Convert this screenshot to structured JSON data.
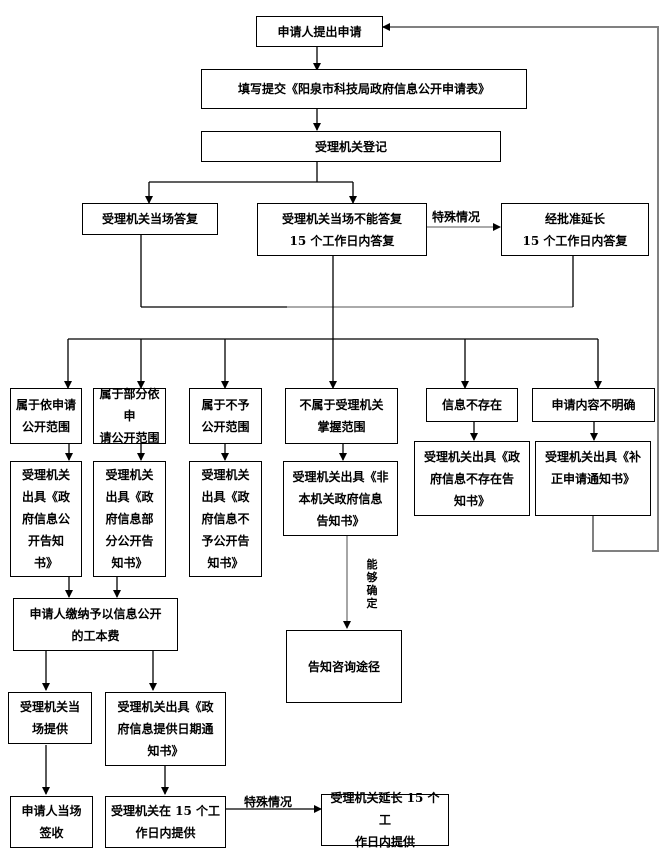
{
  "title": "阳泉市科技局政府信息公开申请流程图",
  "nodes": {
    "apply": "申请人提出申请",
    "fill_form": "填写提交《阳泉市科技局政府信息公开申请表》",
    "register": "受理机关登记",
    "reply_onsite": "受理机关当场答复",
    "reply_15days": "受理机关当场不能答复\n15 个工作日内答复",
    "extend_reply": "经批准延长\n15 个工作日内答复",
    "cat_public": "属于依申请\n公开范围",
    "cat_partial": "属于部分依申\n请公开范围",
    "cat_denied": "属于不予\n公开范围",
    "cat_not_held": "不属于受理机关\n掌握范围",
    "cat_not_exist": "信息不存在",
    "cat_unclear": "申请内容不明确",
    "notice_public": "受理机关\n出具《政\n府信息公\n开告知\n书》",
    "notice_partial": "受理机关\n出具《政\n府信息部\n分公开告\n知书》",
    "notice_denied": "受理机关\n出具《政\n府信息不\n予公开告\n知书》",
    "notice_not_held": "受理机关出具《非\n本机关政府信息\n告知书》",
    "notice_not_exist": "受理机关出具《政\n府信息不存在告\n知书》",
    "notice_unclear": "受理机关出具《补\n正申请通知书》",
    "pay_fee": "申请人缴纳予以信息公开\n的工本费",
    "inform_channel": "告知咨询途径",
    "provide_onsite": "受理机关当\n场提供",
    "provide_date_notice": "受理机关出具《政\n府信息提供日期通\n知书》",
    "sign_onsite": "申请人当场\n签收",
    "provide_15days": "受理机关在 15 个工\n作日内提供",
    "extend_provide": "受理机关延长 15 个工\n作日内提供"
  },
  "edge_labels": {
    "special_case_top": "特殊情况",
    "special_case_bottom": "特殊情况",
    "can_determine": "能够确定"
  },
  "colors": {
    "line": "#000000",
    "feedback_line": "#808080",
    "box_border": "#000000",
    "background": "#ffffff"
  }
}
